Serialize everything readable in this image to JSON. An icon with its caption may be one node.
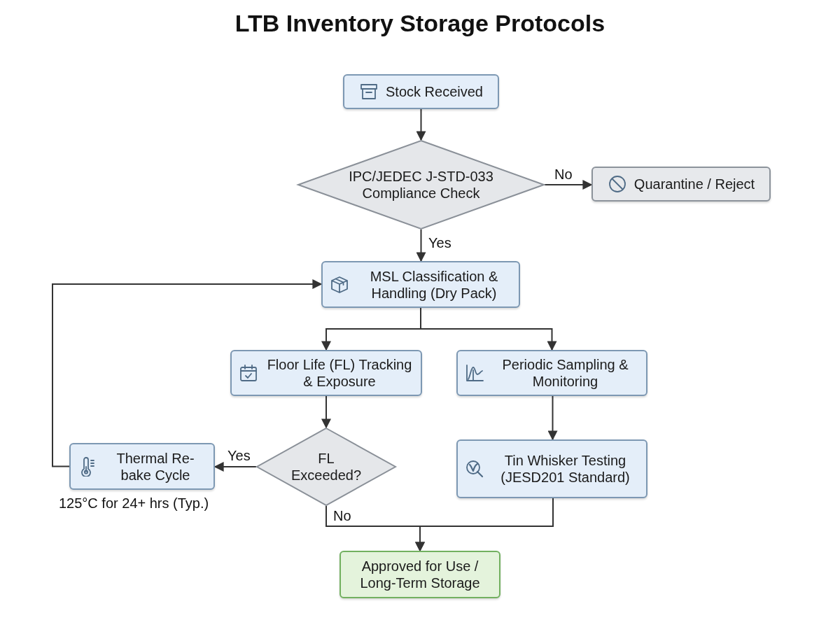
{
  "diagram": {
    "title": "LTB Inventory Storage Protocols",
    "nodes": [
      {
        "text": [
          "Stock Received"
        ]
      },
      {
        "text": [
          "IPC/JEDEC J-STD-033 Compliance Check"
        ]
      },
      {
        "text": [
          "Quarantine / Reject"
        ]
      },
      {
        "text": [
          "MSL Classification & Handling (Dry Pack)"
        ]
      },
      {
        "text": [
          "Floor Life (FL) Tracking & Exposure"
        ]
      },
      {
        "text": [
          "Periodic Sampling & Monitoring"
        ]
      },
      {
        "text": [
          "FL Exceeded?"
        ]
      },
      {
        "text": [
          "Thermal Re-bake Cycle"
        ],
        "beside": [
          "125°C for 24+ hrs (Typ.)"
        ]
      },
      {
        "text": [
          "Tin Whisker Testing (JESD201 Standard)"
        ]
      },
      {
        "text": [
          "Approved for Use / Long-Term Storage"
        ]
      }
    ],
    "edges": [
      {
        "from": 0,
        "to": 1,
        "arrow": "to"
      },
      {
        "from": 1,
        "to": 2,
        "arrow": "to",
        "label": "No"
      },
      {
        "from": 1,
        "to": 3,
        "arrow": "to",
        "label": "Yes"
      },
      {
        "from": 3,
        "to": 4,
        "arrow": "to"
      },
      {
        "from": 3,
        "to": 5,
        "arrow": "to"
      },
      {
        "from": 4,
        "to": 6,
        "arrow": "to"
      },
      {
        "from": 6,
        "to": 7,
        "arrow": "to",
        "label": "Yes"
      },
      {
        "from": 7,
        "to": 3,
        "arrow": "to"
      },
      {
        "from": 5,
        "to": 8,
        "arrow": "to"
      },
      {
        "from": 6,
        "to": 9,
        "arrow": "to",
        "label": "No"
      },
      {
        "from": 8,
        "to": 9,
        "arrow": "to"
      }
    ]
  }
}
